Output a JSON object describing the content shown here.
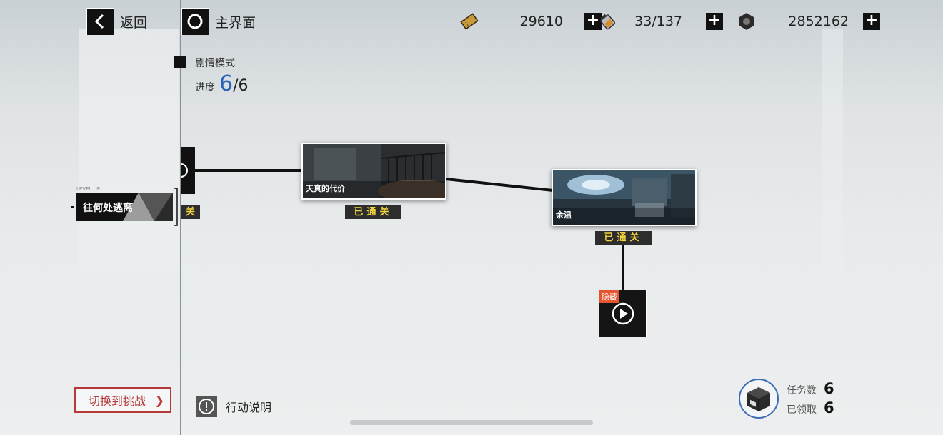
{
  "nav": {
    "back_label": "返回",
    "home_label": "主界面"
  },
  "resources": [
    {
      "icon": "ticket-icon",
      "value": "29610"
    },
    {
      "icon": "battery-icon",
      "value": "33/137"
    },
    {
      "icon": "nut-icon",
      "value": "2852162"
    }
  ],
  "mode": {
    "label": "剧情模式",
    "progress_label": "进度",
    "progress_current": "6",
    "progress_total": "/6"
  },
  "stages": {
    "left_card": {
      "sub": "LEVEL UP",
      "title": "往何处逃离",
      "cleared_partial": "关"
    },
    "stage1": {
      "title": "天真的代价",
      "status": "已通关"
    },
    "stage2": {
      "title": "余温",
      "status": "已通关"
    },
    "hidden": {
      "tag": "隐藏"
    }
  },
  "bottom": {
    "challenge_label": "切换到挑战",
    "challenge_arrow": "❯",
    "action_info_label": "行动说明",
    "tasks_label": "任务数",
    "tasks_value": "6",
    "claimed_label": "已领取",
    "claimed_value": "6"
  },
  "colors": {
    "accent_blue": "#2a64b8",
    "cleared_yellow": "#f0d23c",
    "hidden_orange": "#e4542e",
    "challenge_red": "#b43a3a"
  }
}
